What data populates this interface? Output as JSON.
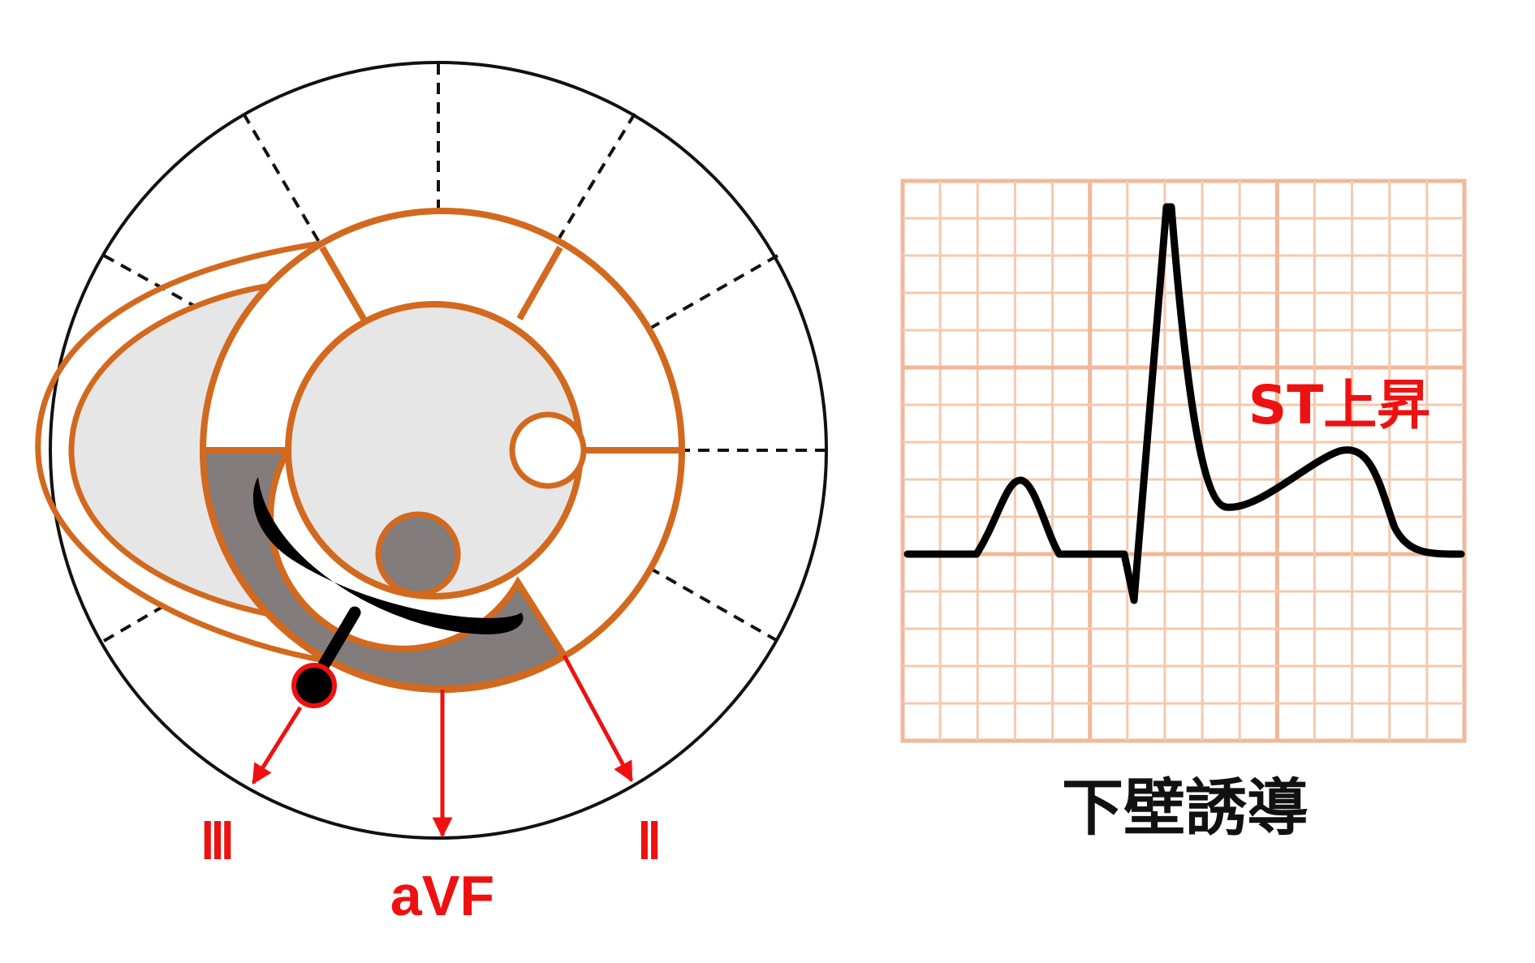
{
  "colors": {
    "outline": "#111111",
    "myocardium": "#d2691e",
    "cavity": "#e6e6e6",
    "infarct": "#827c7c",
    "lead_arrow": "#ee1111",
    "ecg_grid_fine": "#f5c9ae",
    "ecg_grid_major": "#f2b899",
    "ecg_trace": "#000000",
    "st_label": "#ee1111",
    "caption": "#111111"
  },
  "leads": {
    "lead_iii": "Ⅲ",
    "lead_avf": "aVF",
    "lead_ii": "Ⅱ"
  },
  "ecg": {
    "annotation": "ST上昇"
  },
  "caption": "下壁誘導"
}
